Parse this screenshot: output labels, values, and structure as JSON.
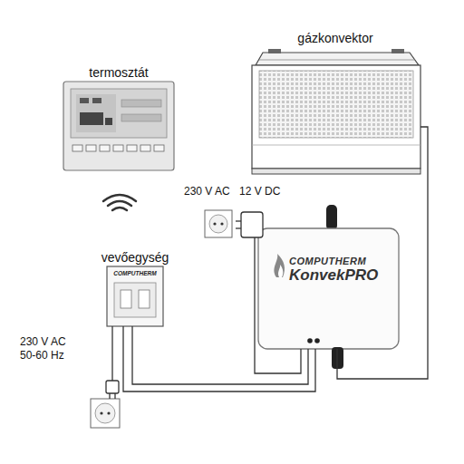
{
  "diagram": {
    "nodes": [
      {
        "text": [
          "gázkonvektor"
        ]
      },
      {
        "text": [
          "termosztát"
        ]
      },
      {
        "text": [
          "vevőegység",
          "COMPUTHERM"
        ]
      },
      {
        "text": [
          "COMPUTHERM",
          "KonvekPRO"
        ]
      }
    ],
    "edges": [
      {
        "from": 2,
        "to": 3,
        "arrow": "none"
      },
      {
        "from": 3,
        "to": 0,
        "arrow": "none"
      }
    ],
    "labels": [
      "230 V AC",
      "12 V DC",
      "230 V AC 50-60 Hz"
    ]
  }
}
